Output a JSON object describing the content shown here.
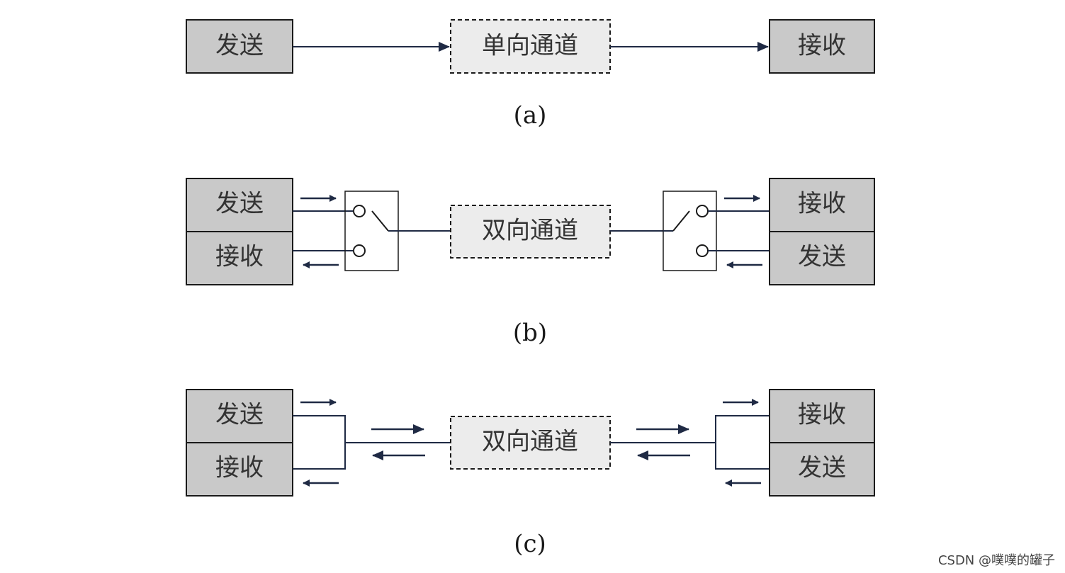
{
  "panels": {
    "a": {
      "caption": "(a)",
      "left_box": "发送",
      "channel": "单向通道",
      "right_box": "接收"
    },
    "b": {
      "caption": "(b)",
      "left_top": "发送",
      "left_bottom": "接收",
      "channel": "双向通道",
      "right_top": "接收",
      "right_bottom": "发送"
    },
    "c": {
      "caption": "(c)",
      "left_top": "发送",
      "left_bottom": "接收",
      "channel": "双向通道",
      "right_top": "接收",
      "right_bottom": "发送"
    }
  },
  "watermark": "CSDN @噗噗的罐子",
  "colors": {
    "box_fill": "#c9c9c9",
    "channel_fill": "#ececec",
    "line": "#1f2a44",
    "box_stroke": "#1a1a1a"
  }
}
